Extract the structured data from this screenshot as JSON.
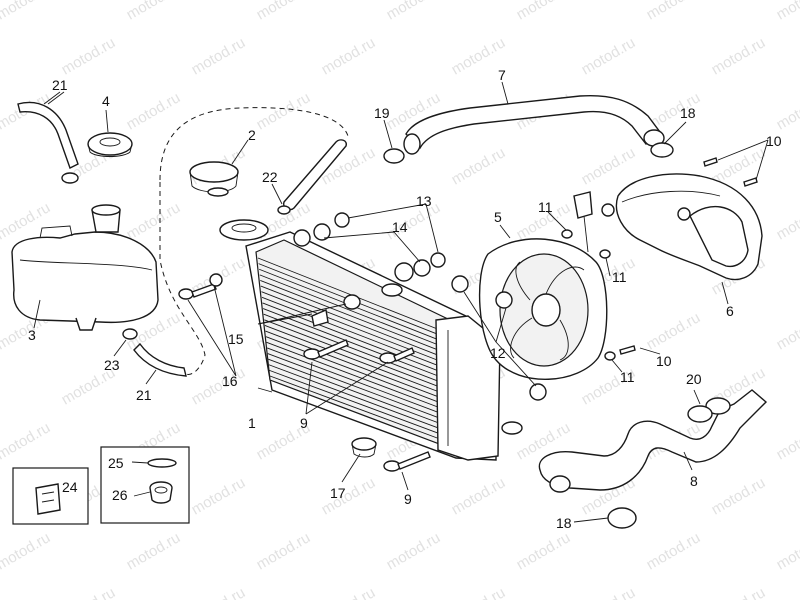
{
  "watermark": "motod.ru",
  "callouts": {
    "c1": "1",
    "c2": "2",
    "c3": "3",
    "c4": "4",
    "c5": "5",
    "c6": "6",
    "c7": "7",
    "c8": "8",
    "c9a": "9",
    "c9b": "9",
    "c10a": "10",
    "c10b": "10",
    "c11a": "11",
    "c11b": "11",
    "c11c": "11",
    "c12": "12",
    "c13": "13",
    "c14": "14",
    "c15": "15",
    "c16": "16",
    "c17": "17",
    "c18a": "18",
    "c18b": "18",
    "c19": "19",
    "c20": "20",
    "c21a": "21",
    "c21b": "21",
    "c22": "22",
    "c23": "23",
    "c24": "24",
    "c25": "25",
    "c26": "26"
  }
}
